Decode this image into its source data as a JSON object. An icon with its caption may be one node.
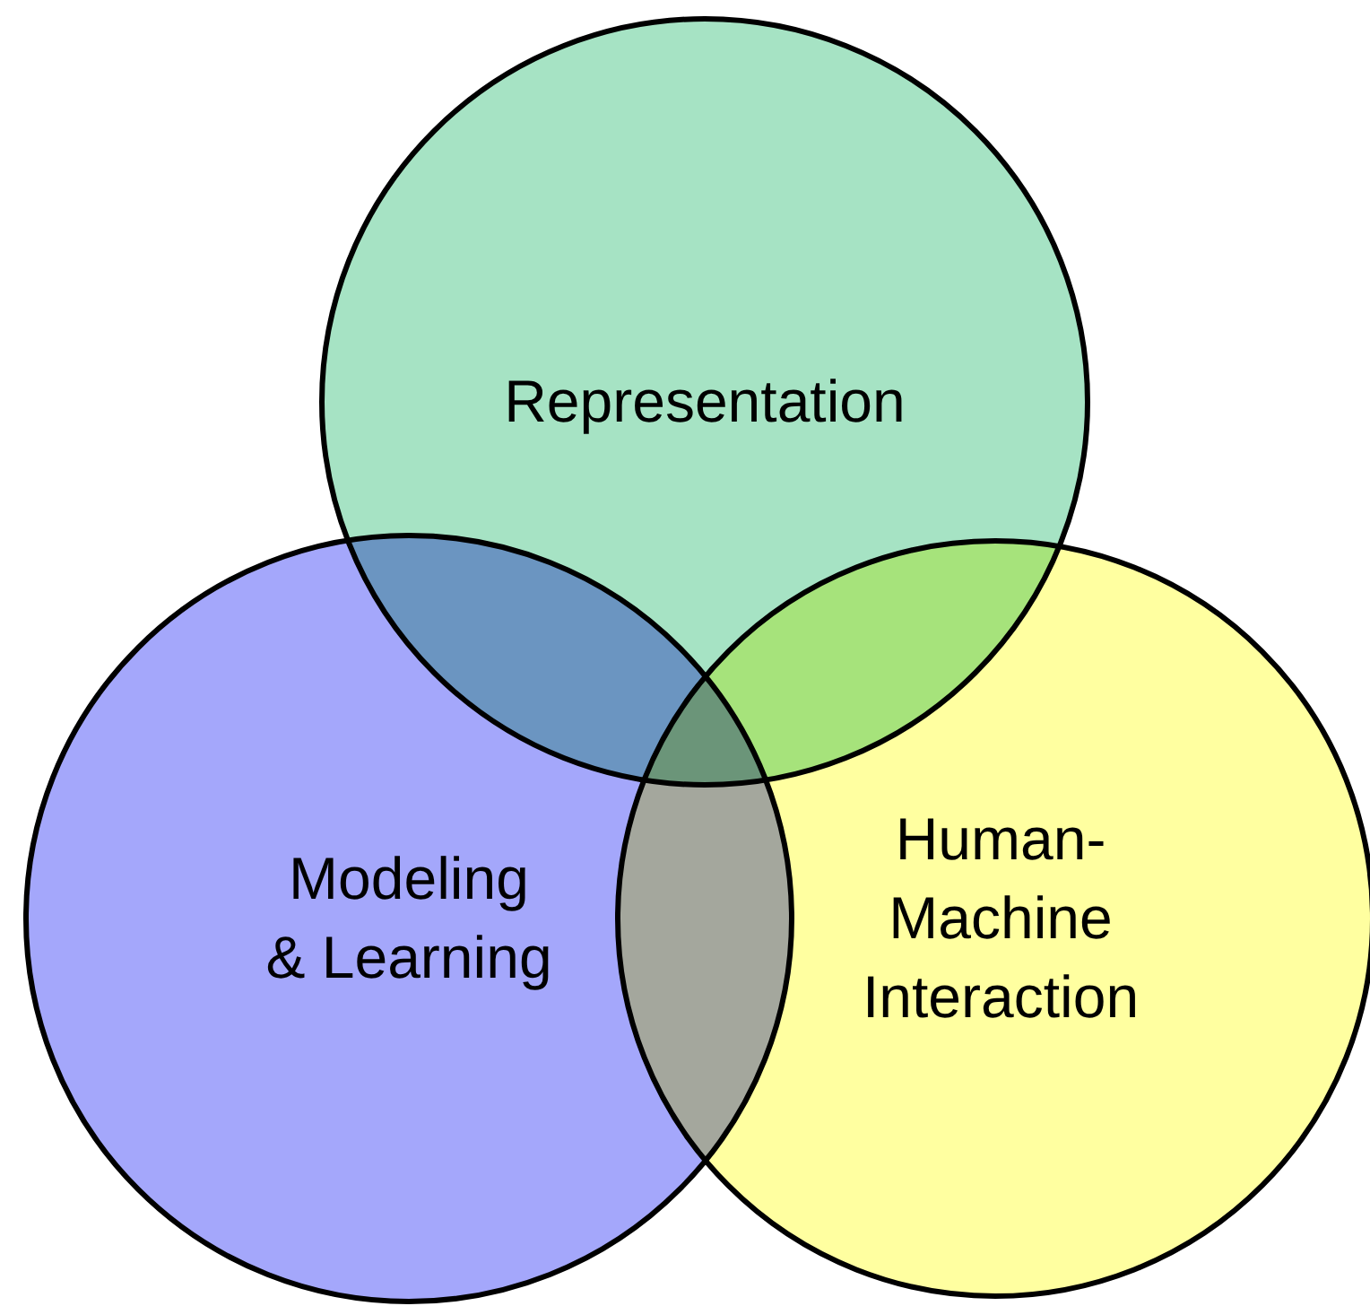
{
  "diagram": {
    "nodes": [
      {
        "text": [
          "Representation"
        ]
      },
      {
        "text": [
          "Modeling & Learning"
        ]
      },
      {
        "text": [
          "Human- Machine Interaction"
        ]
      }
    ]
  }
}
